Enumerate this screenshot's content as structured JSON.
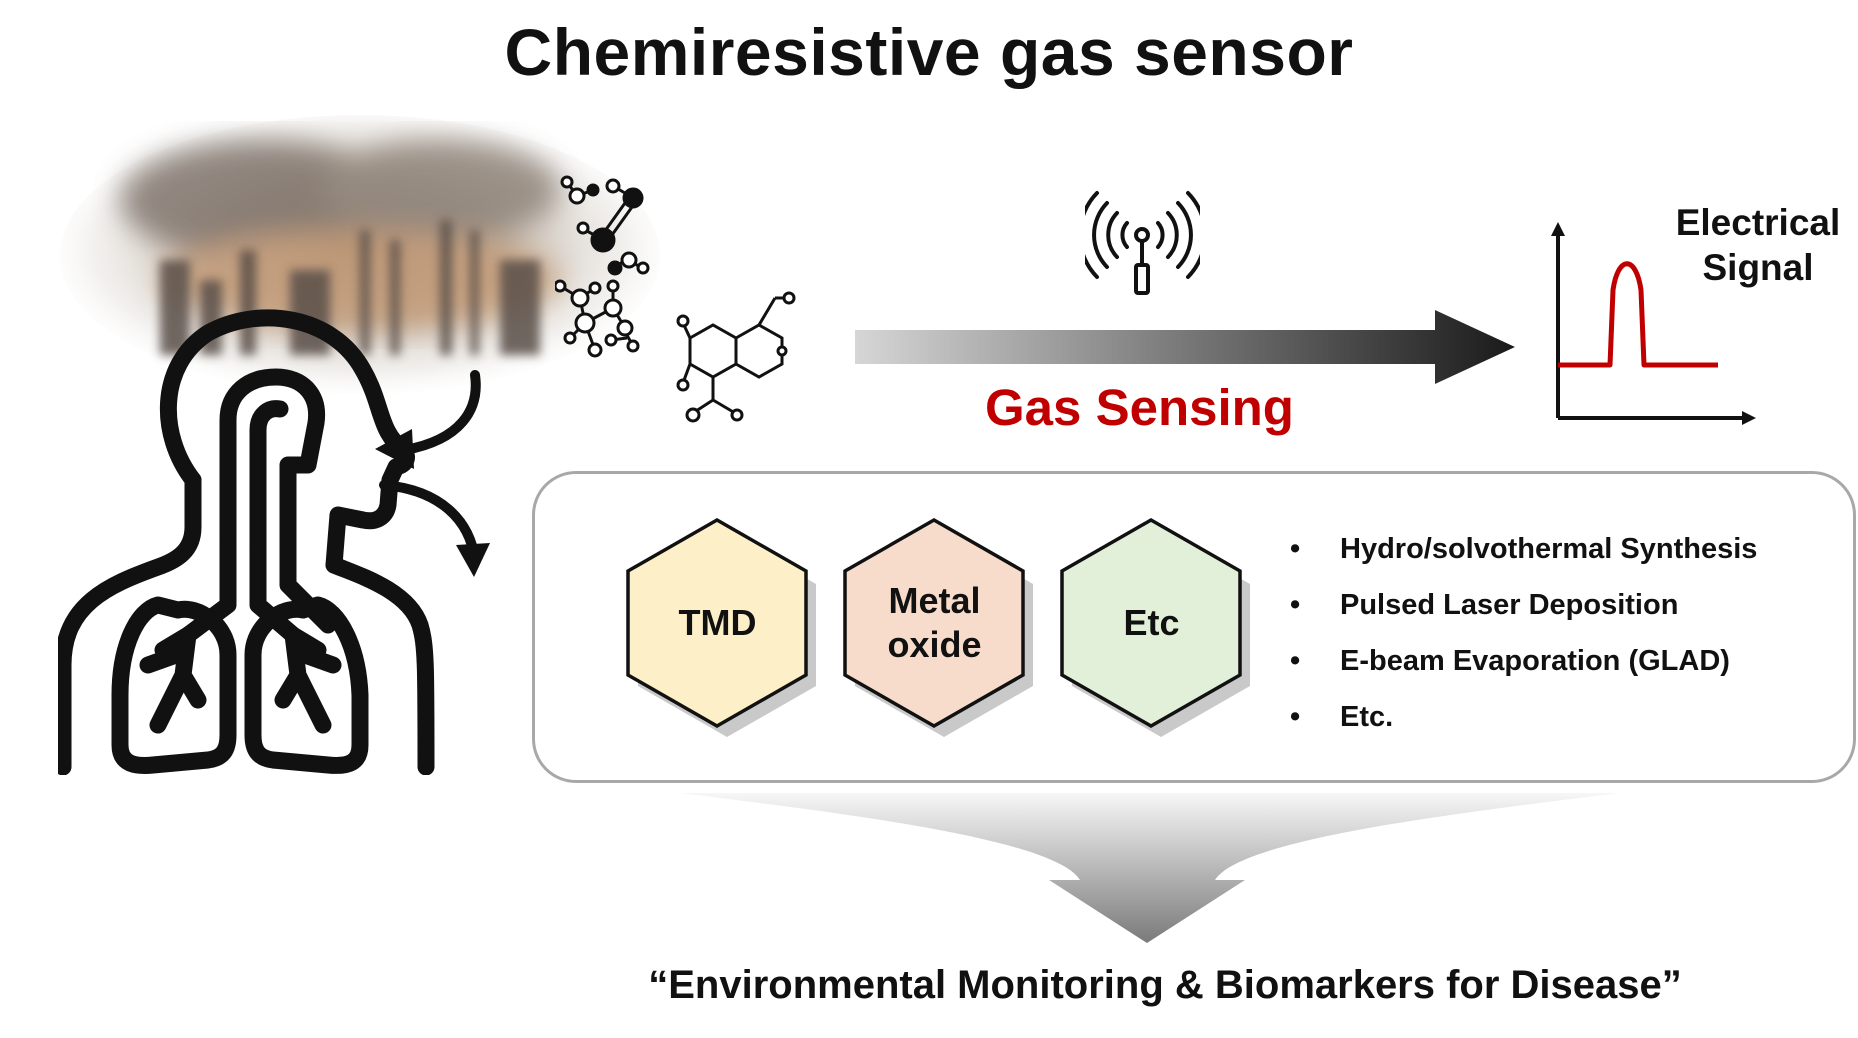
{
  "title": "Chemiresistive gas sensor",
  "arrow_label": "Gas Sensing",
  "signal_label_line1": "Electrical",
  "signal_label_line2": "Signal",
  "materials": [
    "TMD",
    "Metal",
    "oxide",
    "Etc"
  ],
  "methods": [
    "Hydro/solvothermal Synthesis",
    "Pulsed Laser Deposition",
    "E-beam Evaporation (GLAD)",
    "Etc."
  ],
  "bullet": "•",
  "conclusion": "“Environmental Monitoring & Biomarkers for Disease”",
  "colors": {
    "accent_red": "#c00000",
    "tmd_fill": "#fdf0c8",
    "metal_oxide_fill": "#f8dccb",
    "etc_fill": "#e3f0d9",
    "panel_border": "#a8a8a8"
  }
}
